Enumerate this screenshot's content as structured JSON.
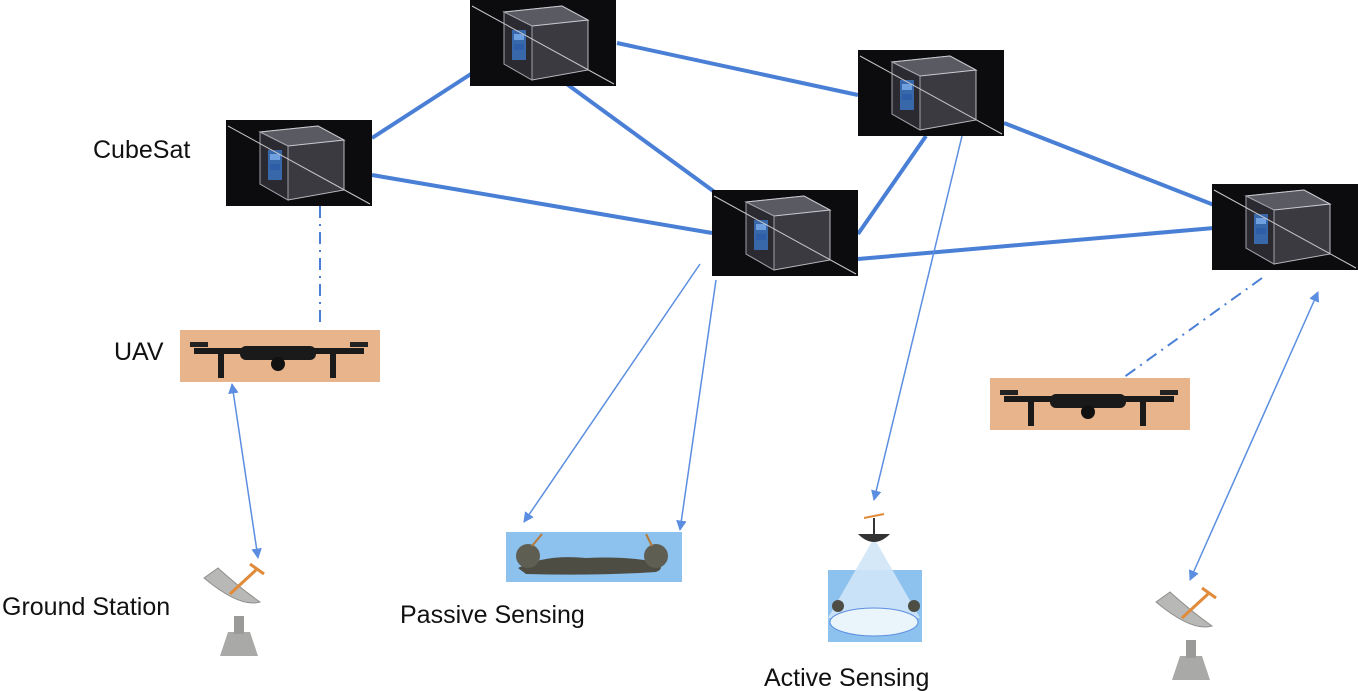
{
  "labels": {
    "cubesat": "CubeSat",
    "uav": "UAV",
    "ground_station": "Ground Station",
    "passive_sensing": "Passive Sensing",
    "active_sensing": "Active Sensing"
  },
  "colors": {
    "link": "#4a7fd6",
    "thin_link": "#5b8ee0",
    "satellite_bg": "#0c0c0f",
    "uav_bg": "#e8b48c",
    "sensing_bg": "#8dc2ef",
    "dish": "#a9aaa8"
  },
  "icons": {
    "satellite": "cubesat-icon",
    "drone": "drone-icon",
    "dish": "satellite-dish-icon",
    "passive": "passive-sensing-icon",
    "active": "active-sensing-icon"
  }
}
